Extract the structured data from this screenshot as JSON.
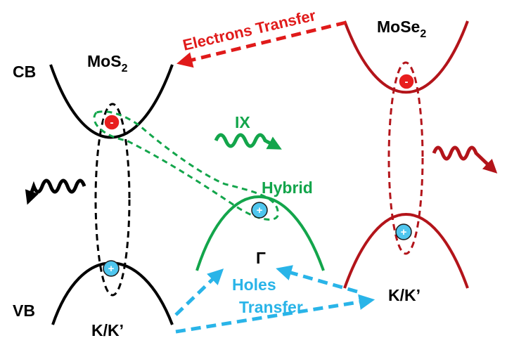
{
  "labels": {
    "cb": "CB",
    "vb": "VB",
    "mos2_main": "MoS",
    "mos2_sub": "2",
    "mose2_main": "MoSe",
    "mose2_sub": "2",
    "kk_left": "K/K’",
    "kk_right": "K/K’",
    "gamma": "Γ",
    "hybrid": "Hybrid",
    "ix": "IX",
    "electrons_transfer": "Electrons Transfer",
    "holes": "Holes",
    "transfer": "Transfer"
  },
  "particles": {
    "electron_sign": "-",
    "hole_sign": "+"
  },
  "colors": {
    "mos2": "#000000",
    "mose2": "#b3141a",
    "hybrid": "#13a54b",
    "electron_arrow": "#e01a1a",
    "hole_arrow": "#29b4e8",
    "electron": "#e81e1e",
    "hole": "#4fc6ee"
  }
}
